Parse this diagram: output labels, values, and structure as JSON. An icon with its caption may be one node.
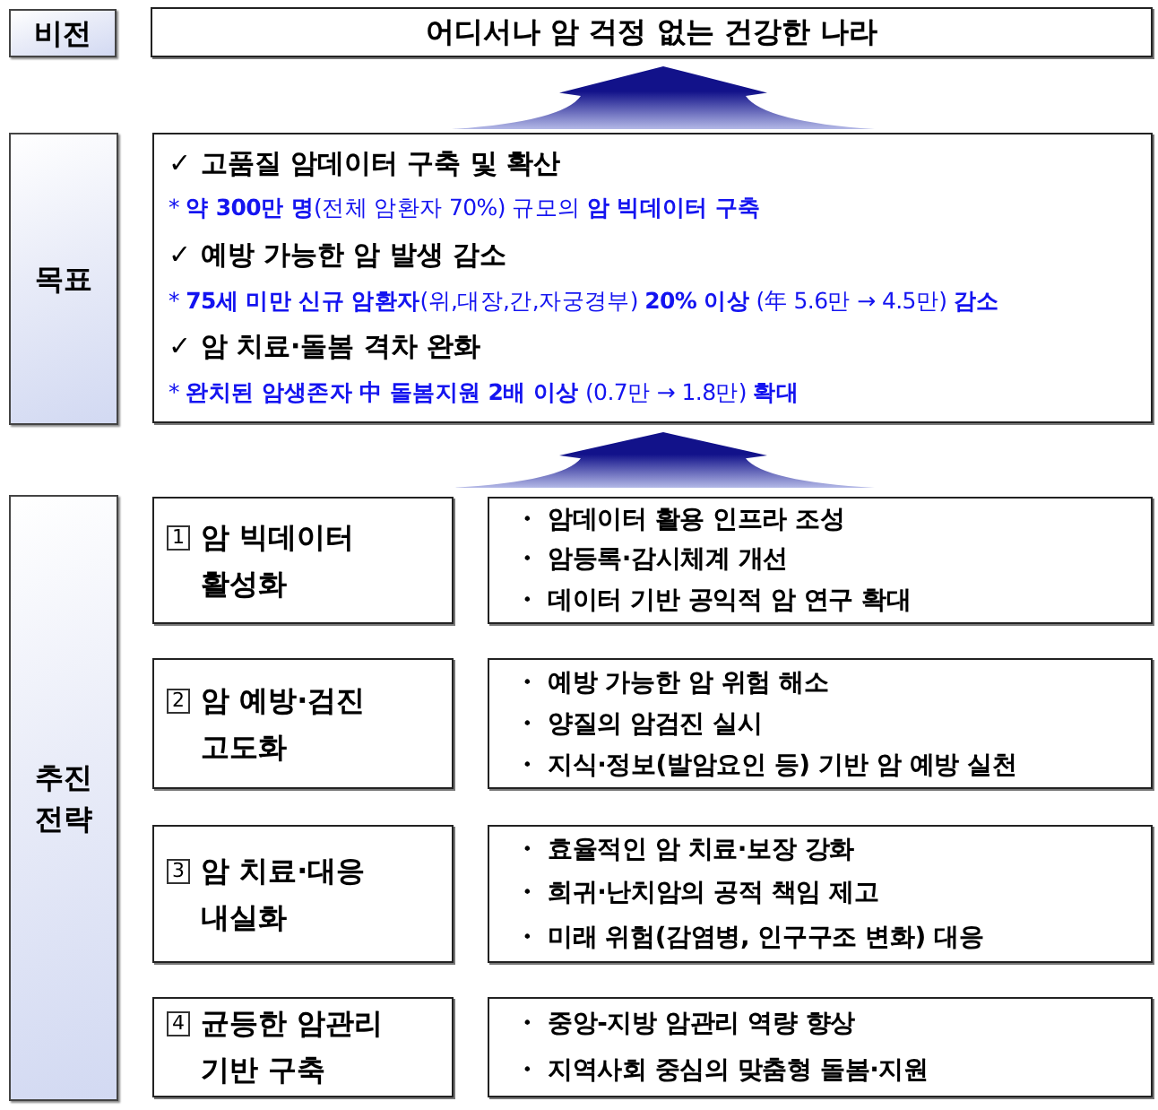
{
  "diagram": {
    "nodes": [
      {
        "text": [
          "비전"
        ]
      },
      {
        "text": [
          "어디서나 암 걱정 없는 건강한 나라"
        ]
      },
      {
        "text": [
          "목표"
        ]
      },
      {
        "text": [
          "✓ 고품질 암데이터 구축 및 확산",
          "* **약 300만 명**(전체 암환자 70%) 규모의 **암 빅데이터 구축**",
          "✓ 예방 가능한 암 발생 감소",
          "* **75세 미만 신규 암환자**(위,대장,간,자궁경부) **20% 이상** (年 5.6만 → 4.5만) **감소**",
          "✓ 암 치료·돌봄 격차 완화",
          "* **완치된 암생존자 中 돌봄지원 2배 이상** (0.7만 → 1.8만) **확대**"
        ]
      },
      {
        "text": [
          "추진 전략"
        ]
      },
      {
        "text": [
          "1",
          "암 빅데이터 활성화"
        ]
      },
      {
        "text": [
          "・ 암데이터 활용 인프라 조성",
          "・ 암등록·감시체계 개선",
          "・ 데이터 기반 공익적 암 연구 확대"
        ]
      },
      {
        "text": [
          "2",
          "암 예방·검진 고도화"
        ]
      },
      {
        "text": [
          "・ 예방 가능한 암 위험 해소",
          "・ 양질의 암검진 실시",
          "・ 지식·정보(발암요인 등) 기반 암 예방 실천"
        ]
      },
      {
        "text": [
          "3",
          "암 치료·대응 내실화"
        ]
      },
      {
        "text": [
          "・ 효율적인 암 치료·보장 강화",
          "・ 희귀·난치암의 공적 책임 제고",
          "・ 미래 위험(감염병, 인구구조 변화) 대응"
        ]
      },
      {
        "text": [
          "4",
          "균등한 암관리 기반 구축"
        ]
      },
      {
        "text": [
          "・ 중앙-지방 암관리 역량 향상",
          "・ 지역사회 중심의 맞춤형 돌봄·지원"
        ]
      }
    ],
    "edges": [
      {
        "from": 3,
        "to": 1,
        "arrow": "to"
      },
      {
        "from": null,
        "to": 3,
        "arrow": "to"
      }
    ]
  }
}
